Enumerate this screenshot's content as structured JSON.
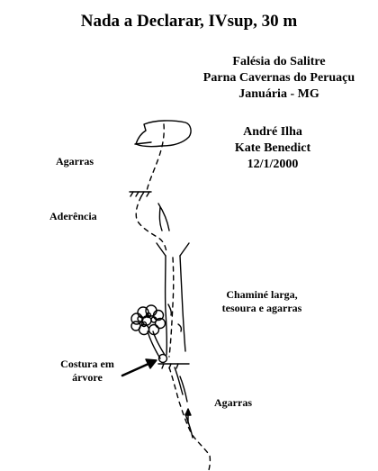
{
  "title": "Nada a Declarar, IVsup, 30 m",
  "location": {
    "line1": "Falésia do Salitre",
    "line2": "Parna Cavernas do Peruaçu",
    "line3": "Januária - MG"
  },
  "first_ascent": {
    "climber1": "André Ilha",
    "climber2": "Kate Benedict",
    "date": "12/1/2000"
  },
  "labels": {
    "agarras_top": "Agarras",
    "aderencia": "Aderência",
    "chamine_line1": "Chaminé larga,",
    "chamine_line2": "tesoura e agarras",
    "costura_line1": "Costura em",
    "costura_line2": "árvore",
    "agarras_bottom": "Agarras"
  }
}
